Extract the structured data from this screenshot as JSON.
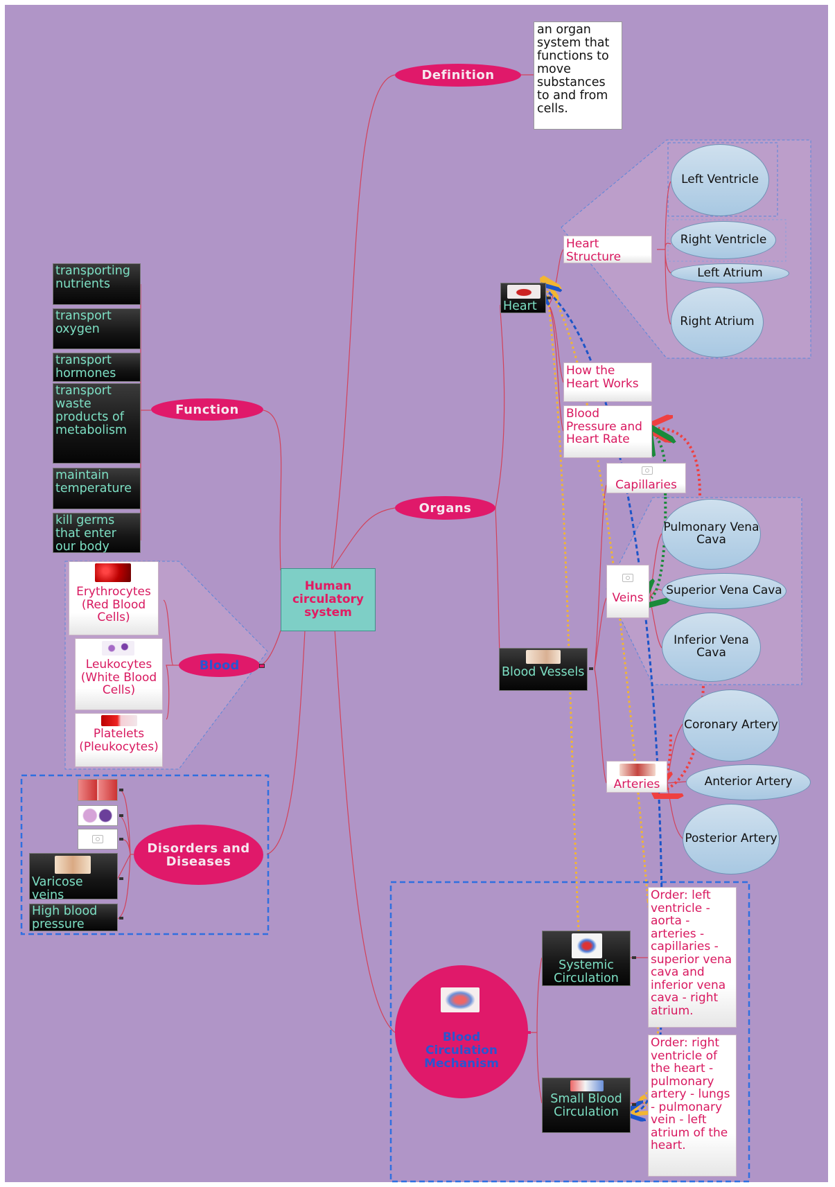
{
  "central": {
    "label": "Human circulatory system"
  },
  "definition": {
    "label": "Definition",
    "text": "an organ system that functions to move substances to and from cells."
  },
  "function": {
    "label": "Function",
    "items": [
      "transporting nutrients",
      "transport oxygen",
      "transport hormones",
      "transport waste products of metabolism",
      "maintain temperature",
      "kill germs that enter our body"
    ]
  },
  "blood": {
    "label": "Blood",
    "items": [
      "Erythrocytes (Red Blood Cells)",
      "Leukocytes (White Blood Cells)",
      "Platelets (Pleukocytes)"
    ]
  },
  "disorders": {
    "label": "Disorders and Diseases",
    "items": [
      "Varicose veins",
      "High blood pressure"
    ]
  },
  "organs": {
    "label": "Organs",
    "heart": {
      "label": "Heart",
      "structure": {
        "label": "Heart Structure",
        "items": [
          "Left Ventricle",
          "Right Ventricle",
          "Left Atrium",
          "Right Atrium"
        ]
      },
      "how_it_works": "How the Heart Works",
      "pressure": "Blood Pressure and Heart Rate"
    },
    "vessels": {
      "label": "Blood Vessels",
      "capillaries": "Capillaries",
      "veins": {
        "label": "Veins",
        "items": [
          "Pulmonary Vena Cava",
          "Superior Vena Cava",
          "Inferior Vena Cava"
        ]
      },
      "arteries": {
        "label": "Arteries",
        "items": [
          "Coronary Artery",
          "Anterior Artery",
          "Posterior Artery"
        ]
      }
    }
  },
  "circulation": {
    "label": "Blood Circulation Mechanism",
    "systemic": {
      "label": "Systemic Circulation",
      "note": "Order: left ventricle - aorta - arteries - capillaries - superior vena cava and inferior vena cava - right atrium."
    },
    "small": {
      "label": "Small Blood Circulation",
      "note": "Order: right ventricle of the heart - pulmonary artery - lungs - pulmonary vein - left atrium of the heart."
    }
  },
  "colors": {
    "background": "#b095c7",
    "topic": "#e0196a",
    "central": "#7ecfc6",
    "link": "#d2425a",
    "boundary": "#2f6fe0"
  }
}
